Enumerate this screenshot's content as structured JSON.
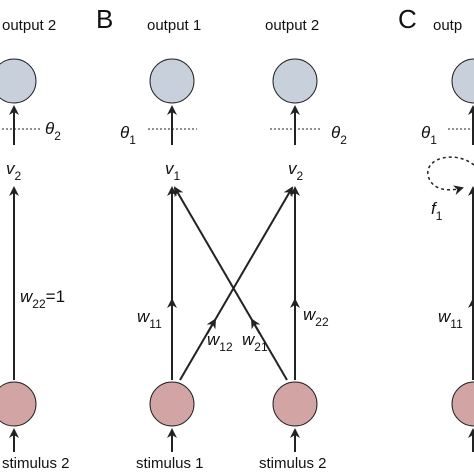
{
  "colors": {
    "output_node": "#c8d0dc",
    "stimulus_node": "#d3a4a4",
    "stroke": "#222222"
  },
  "panels": {
    "A": {
      "output_label": "output 2",
      "stimulus_label": "stimulus 2",
      "threshold": {
        "base": "θ",
        "sub": "2"
      },
      "v": {
        "base": "v",
        "sub": "2"
      },
      "weight": {
        "base": "w",
        "sub": "22",
        "suffix": "=1"
      }
    },
    "B": {
      "letter": "B",
      "output1_label": "output 1",
      "output2_label": "output 2",
      "stimulus1_label": "stimulus 1",
      "stimulus2_label": "stimulus 2",
      "theta1": {
        "base": "θ",
        "sub": "1"
      },
      "theta2": {
        "base": "θ",
        "sub": "2"
      },
      "v1": {
        "base": "v",
        "sub": "1"
      },
      "v2": {
        "base": "v",
        "sub": "2"
      },
      "w11": {
        "base": "w",
        "sub": "11"
      },
      "w12": {
        "base": "w",
        "sub": "12"
      },
      "w21": {
        "base": "w",
        "sub": "21"
      },
      "w22": {
        "base": "w",
        "sub": "22"
      }
    },
    "C": {
      "letter": "C",
      "output_label": "outp",
      "theta1": {
        "base": "θ",
        "sub": "1"
      },
      "f1": {
        "base": "f",
        "sub": "1"
      },
      "w11": {
        "base": "w",
        "sub": "11"
      }
    }
  }
}
